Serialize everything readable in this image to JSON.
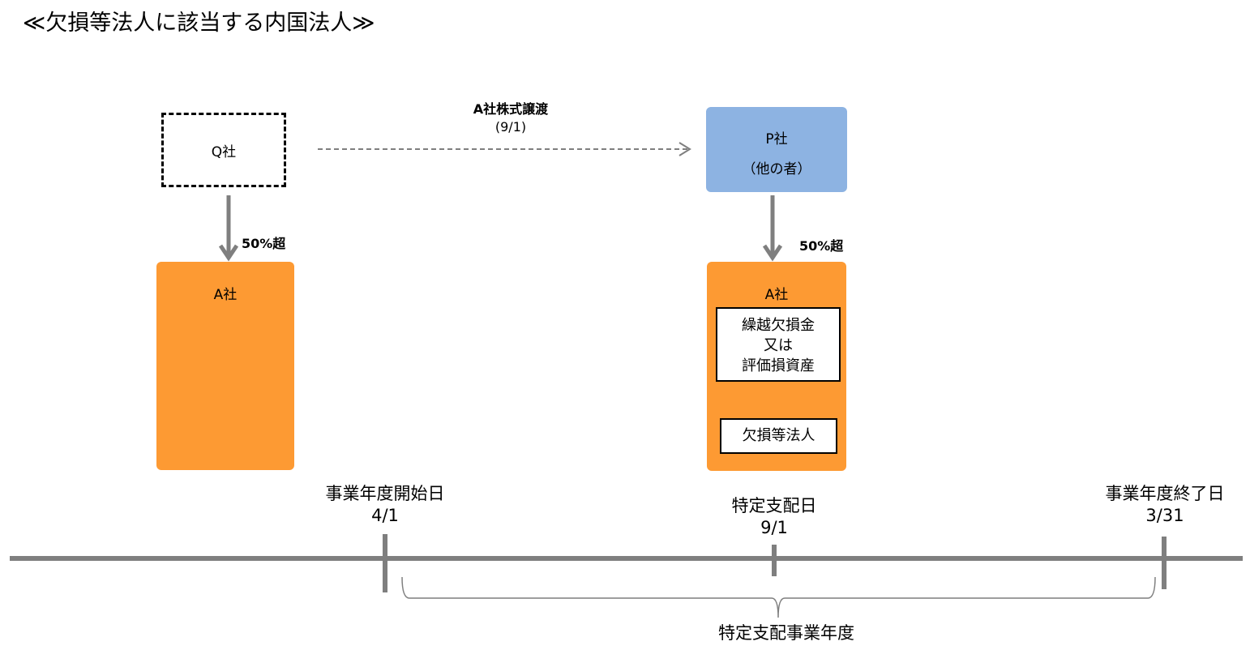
{
  "title": "≪欠損等法人に該当する内国法人≫",
  "transfer": {
    "label": "A社株式譲渡",
    "date": "(9/1)"
  },
  "q_company": "Q社",
  "p_company": {
    "name": "P社",
    "note": "（他の者）"
  },
  "ownership_left": "50%超",
  "ownership_right": "50%超",
  "a_company_left": "A社",
  "a_company_right": {
    "name": "A社",
    "loss_box": [
      "繰越欠損金",
      "又は",
      "評価損資産"
    ],
    "result_box": "欠損等法人"
  },
  "timeline": {
    "start": {
      "label": "事業年度開始日",
      "date": "4/1"
    },
    "control": {
      "label": "特定支配日",
      "date": "9/1"
    },
    "end": {
      "label": "事業年度終了日",
      "date": "3/31"
    },
    "span_label": "特定支配事業年度"
  }
}
